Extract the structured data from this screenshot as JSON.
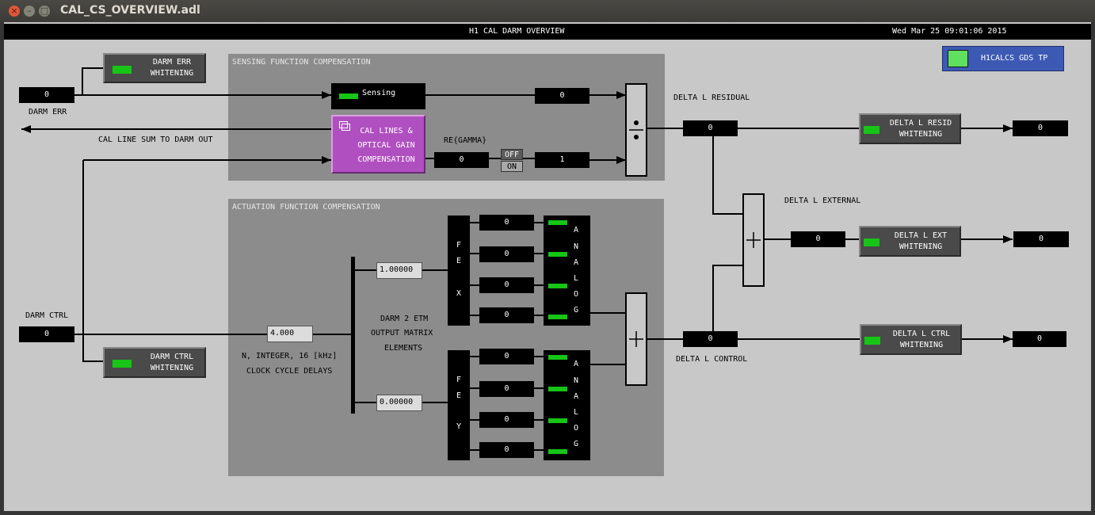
{
  "window": {
    "title": "CAL_CS_OVERVIEW.adl",
    "close_glyph": "×",
    "min_glyph": "–",
    "max_glyph": "□"
  },
  "header": {
    "title": "H1 CAL DARM OVERVIEW",
    "datetime": "Wed Mar 25 09:01:06 2015"
  },
  "gds_tp": {
    "label": "H1CALCS GDS TP"
  },
  "sensing": {
    "title": "SENSING FUNCTION COMPENSATION",
    "sensing_label": "Sensing",
    "sensing_out": "0",
    "cal_lines_line1": "CAL LINES &",
    "cal_lines_line2": "OPTICAL GAIN",
    "cal_lines_line3": "COMPENSATION",
    "regamma_label": "RE{GAMMA}",
    "regamma_value": "0",
    "off_label": "OFF",
    "on_label": "ON",
    "gamma_out": "1"
  },
  "left": {
    "darm_err_value": "0",
    "darm_err_label": "DARM ERR",
    "darm_err_whitening_line1": "DARM ERR",
    "darm_err_whitening_line2": "WHITENING",
    "cal_line_sum": "CAL LINE SUM TO DARM OUT",
    "darm_ctrl_label": "DARM CTRL",
    "darm_ctrl_value": "0",
    "darm_ctrl_whitening_line1": "DARM CTRL",
    "darm_ctrl_whitening_line2": "WHITENING"
  },
  "actuation": {
    "title": "ACTUATION FUNCTION COMPENSATION",
    "delay_value": "4.000",
    "delay_label1": "N, INTEGER, 16 [kHz]",
    "delay_label2": "CLOCK CYCLE DELAYS",
    "matrix_label1": "DARM 2 ETM",
    "matrix_label2": "OUTPUT MATRIX",
    "matrix_label3": "ELEMENTS",
    "etmx_gain": "1.00000",
    "etmy_gain": "0.00000",
    "fex_letters": [
      "F",
      "E",
      "X"
    ],
    "fey_letters": [
      "F",
      "E",
      "Y"
    ],
    "analog_letters": [
      "A",
      "N",
      "A",
      "L",
      "O",
      "G"
    ],
    "x_values": [
      "0",
      "0",
      "0",
      "0"
    ],
    "y_values": [
      "0",
      "0",
      "0",
      "0"
    ]
  },
  "right": {
    "residual_label": "DELTA L RESIDUAL",
    "residual_value": "0",
    "resid_whitening_line1": "DELTA L RESID",
    "resid_whitening_line2": "WHITENING",
    "resid_out": "0",
    "external_label": "DELTA L EXTERNAL",
    "external_value": "0",
    "ext_whitening_line1": "DELTA L EXT",
    "ext_whitening_line2": "WHITENING",
    "ext_out": "0",
    "control_label": "DELTA L CONTROL",
    "control_value": "0",
    "ctrl_whitening_line1": "DELTA L CTRL",
    "ctrl_whitening_line2": "WHITENING",
    "ctrl_out": "0"
  },
  "colors": {
    "led": "#16c516",
    "cal_lines": "#b050c0",
    "gds_tp": "#3c5ab4"
  }
}
